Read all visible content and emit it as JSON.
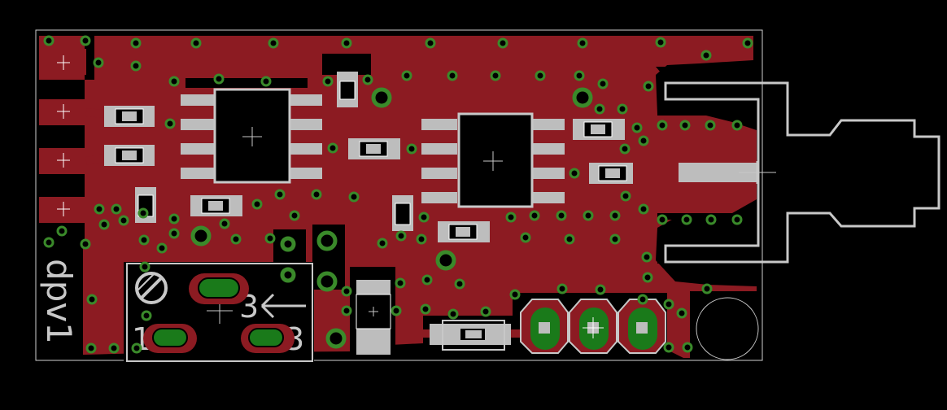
{
  "colors": {
    "background": "#000000",
    "copper": "#8c1b22",
    "copper_dark": "#5a0c12",
    "pad_gray": "#bdbdbd",
    "via": "#3a8a2a",
    "silk": "#c8c8c8",
    "outline": "#d0d0d0"
  },
  "labels": {
    "board_name": "dpv1",
    "pin1": "1",
    "pin3_top": "3",
    "pin3_bottom": "3"
  },
  "icons": [
    "circle-slash-icon",
    "arrow-left-icon",
    "crosshair-icon"
  ]
}
